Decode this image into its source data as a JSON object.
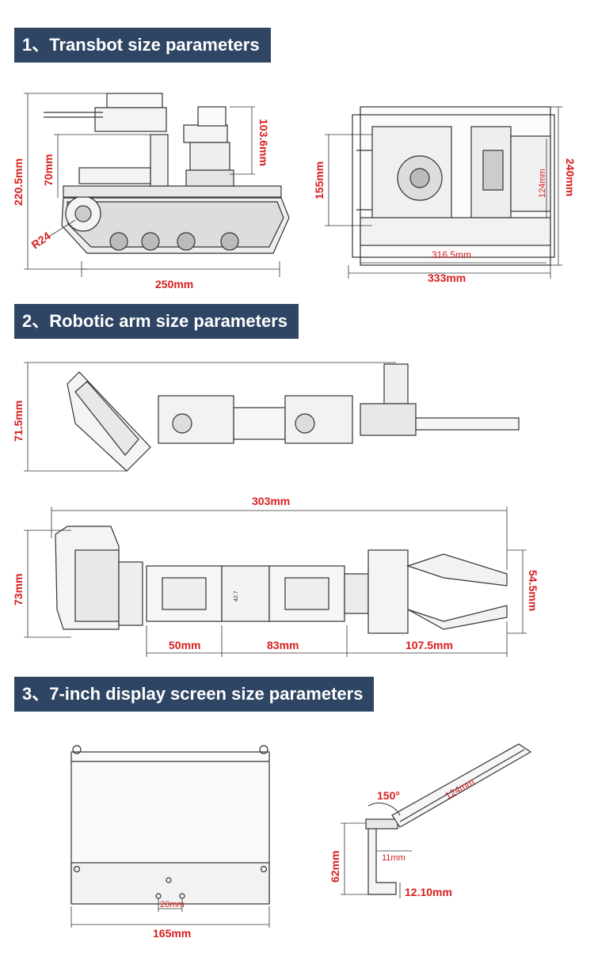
{
  "sections": [
    {
      "title": "1、Transbot size parameters"
    },
    {
      "title": "2、Robotic arm size parameters"
    },
    {
      "title": "3、7-inch display screen size parameters"
    }
  ],
  "transbot": {
    "height": "220.5mm",
    "upper_height": "70mm",
    "camera_height": "103.6mm",
    "wheel_radius": "R24",
    "length": "250mm",
    "top_width_inner": "155mm",
    "top_width": "240mm",
    "plate_width": "124mm",
    "inner_length": "316.5mm",
    "total_length": "333mm"
  },
  "arm": {
    "side_height": "71.5mm",
    "total_length": "303mm",
    "top_height": "73mm",
    "gripper_width": "54.5mm",
    "seg1": "50mm",
    "seg2": "83mm",
    "seg3": "107.5mm",
    "servo_label": "42.7"
  },
  "screen": {
    "angle": "150°",
    "screen_length": "124mm",
    "mount_height": "62mm",
    "offset": "11mm",
    "hole_spacing": "20mm",
    "width": "165mm",
    "thickness": "12.10mm"
  },
  "colors": {
    "header_bg": "#2f4564",
    "dimension": "#d81e1e",
    "line": "#333333"
  }
}
